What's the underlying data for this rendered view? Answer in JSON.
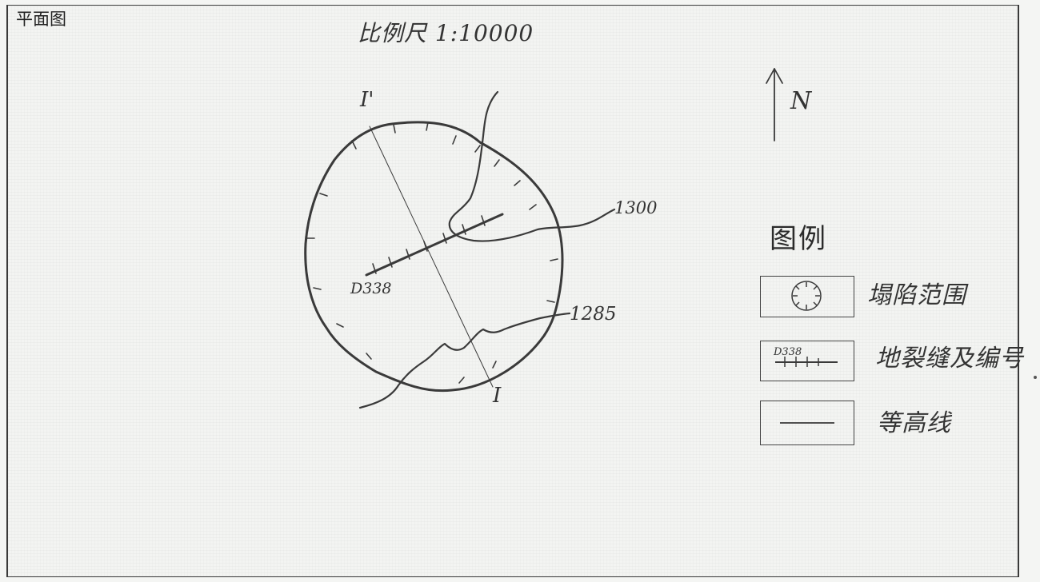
{
  "map": {
    "title": "平面图",
    "scale_label": "比例尺 1:10000"
  },
  "sketch": {
    "fissure_id": "D338",
    "contours": [
      "1300",
      "1285"
    ],
    "section_start_label": "I'",
    "section_end_label": "I",
    "north_label": "N"
  },
  "legend": {
    "title": "图例",
    "items": [
      {
        "symbol": "collapse-circle-icon",
        "label": "塌陷范围"
      },
      {
        "symbol": "fissure-symbol-icon",
        "symbol_text": "D338",
        "label": "地裂缝及编号"
      },
      {
        "symbol": "contour-line-icon",
        "label": "等高线"
      }
    ]
  },
  "colors": {
    "ink": "#3a3a3a",
    "paper": "#f3f4f2"
  }
}
